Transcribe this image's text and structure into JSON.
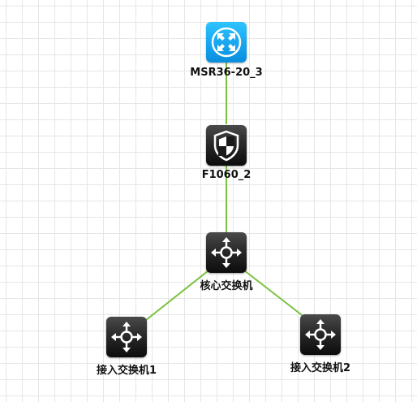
{
  "colors": {
    "link": "#7cc242",
    "grid": "#e6e6e6",
    "router_blue": "#16a3ee",
    "device_dark": "#1a1a1a"
  },
  "nodes": [
    {
      "id": "msr",
      "label": "MSR36-20_3",
      "icon": "router-icon"
    },
    {
      "id": "fw",
      "label": "F1060_2",
      "icon": "firewall-icon"
    },
    {
      "id": "core",
      "label": "核心交换机",
      "icon": "switch-icon"
    },
    {
      "id": "acc1",
      "label": "接入交换机1",
      "icon": "switch-icon"
    },
    {
      "id": "acc2",
      "label": "接入交换机2",
      "icon": "switch-icon"
    }
  ],
  "links": [
    {
      "from": "msr",
      "to": "fw"
    },
    {
      "from": "fw",
      "to": "core"
    },
    {
      "from": "core",
      "to": "acc1"
    },
    {
      "from": "core",
      "to": "acc2"
    }
  ]
}
